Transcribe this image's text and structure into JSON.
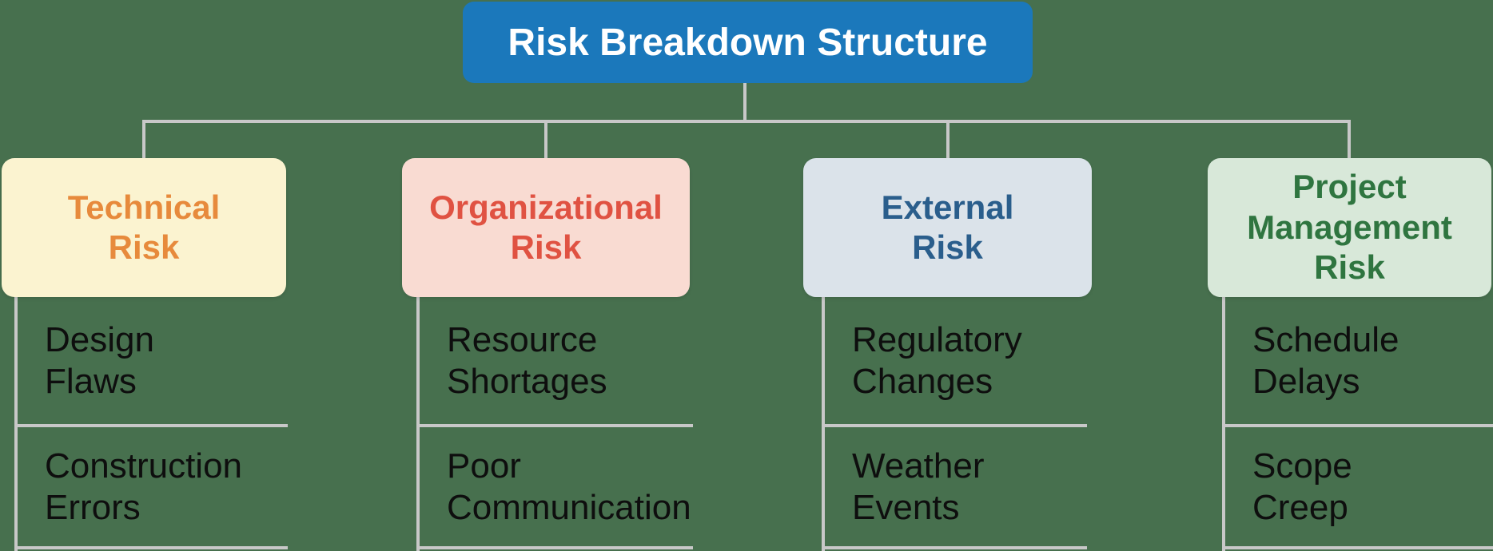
{
  "colors": {
    "background": "#47704E",
    "connector": "#C8C8C8",
    "root_bg": "#1B78BB",
    "root_text": "#FFFFFF",
    "leaf_text": "#0E0E0E"
  },
  "root": {
    "title": "Risk Breakdown Structure"
  },
  "categories": [
    {
      "name": "technical-risk",
      "title": "Technical\nRisk",
      "bg": "#FBF3D0",
      "color": "#E78A3C",
      "items": [
        "Design\nFlaws",
        "Construction\nErrors"
      ]
    },
    {
      "name": "organizational-risk",
      "title": "Organizational\nRisk",
      "bg": "#F9DBD2",
      "color": "#E05242",
      "items": [
        "Resource\nShortages",
        "Poor\nCommunication"
      ]
    },
    {
      "name": "external-risk",
      "title": "External\nRisk",
      "bg": "#DBE3EA",
      "color": "#2A5E8C",
      "items": [
        "Regulatory\nChanges",
        "Weather\nEvents"
      ]
    },
    {
      "name": "project-management-risk",
      "title": "Project\nManagement\nRisk",
      "bg": "#D8E8D9",
      "color": "#2F7540",
      "items": [
        "Schedule\nDelays",
        "Scope\nCreep"
      ]
    }
  ]
}
